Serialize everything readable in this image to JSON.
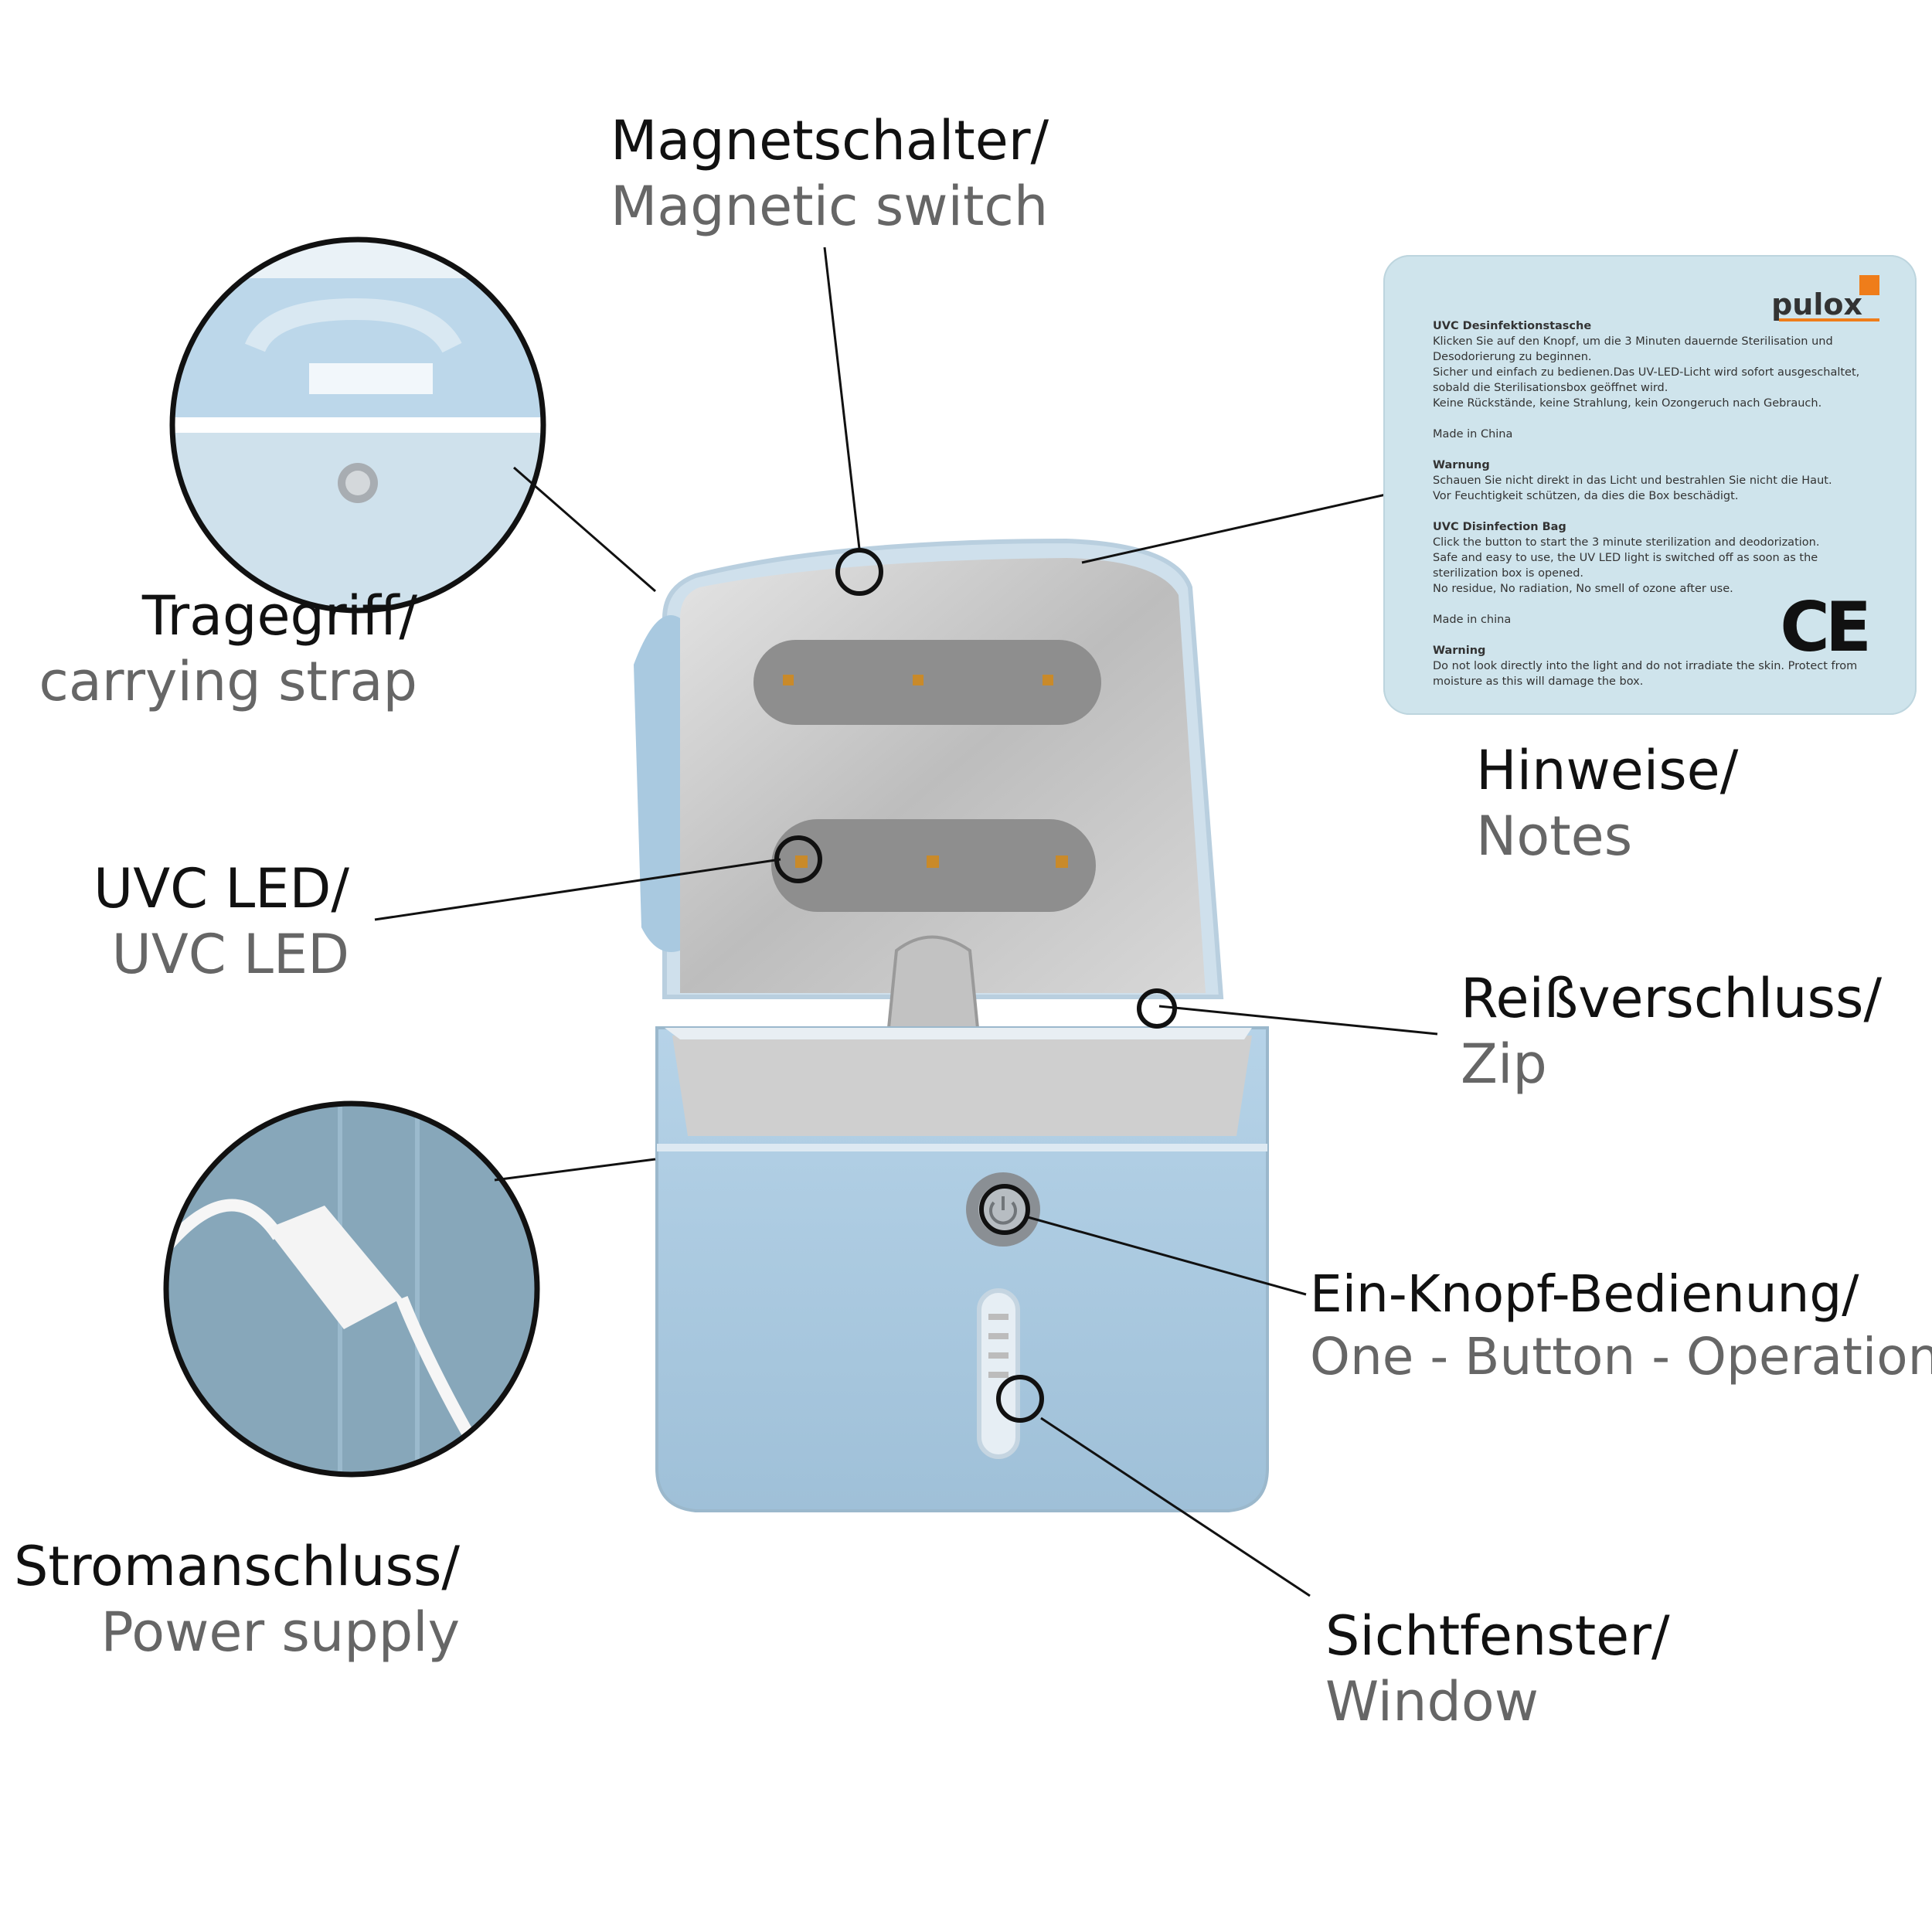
{
  "labels": {
    "magnetic_switch": {
      "de": "Magnetschalter/",
      "en": "Magnetic switch"
    },
    "carrying_strap": {
      "de": "Tragegriff/",
      "en": "carrying strap"
    },
    "uvc_led": {
      "de": "UVC LED/",
      "en": "UVC LED"
    },
    "power_supply": {
      "de": "Stromanschluss/",
      "en": "Power supply"
    },
    "notes": {
      "de": "Hinweise/",
      "en": "Notes"
    },
    "zip": {
      "de": "Reißverschluss/",
      "en": "Zip"
    },
    "one_button": {
      "de": "Ein-Knopf-Bedienung/",
      "en": "One - Button - Operation"
    },
    "window": {
      "de": "Sichtfenster/",
      "en": "Window"
    }
  },
  "notes_card": {
    "brand": "pulox",
    "de_title": "UVC Desinfektionstasche",
    "de_text": "Klicken Sie auf den Knopf, um die 3 Minuten dauernde Sterilisation und Desodorierung zu beginnen.\nSicher und einfach zu bedienen.Das UV-LED-Licht wird sofort ausgeschaltet, sobald die Sterilisationsbox geöffnet wird.\nKeine Rückstände, keine Strahlung, kein Ozongeruch nach Gebrauch.",
    "de_made": "Made in China",
    "de_warn_title": "Warnung",
    "de_warn": "Schauen Sie nicht direkt in das Licht und bestrahlen Sie nicht die Haut.\nVor Feuchtigkeit schützen, da dies die Box beschädigt.",
    "en_title": "UVC Disinfection Bag",
    "en_text": "Click the button to start the 3 minute sterilization and deodorization.\nSafe and easy to use, the UV LED light is switched off as soon as the sterilization box is opened.\nNo residue, No radiation, No smell of ozone after use.",
    "en_made": "Made in china",
    "en_warn_title": "Warning",
    "en_warn": "Do not look directly into the light and do not irradiate the skin. Protect from moisture as this will damage the box.",
    "ce_mark": "CE"
  },
  "colors": {
    "bag_blue": "#a9c9e0",
    "lining_silver": "#cfcfcf",
    "led_strip": "#8e8e8e",
    "led": "#c98a2a",
    "card_bg": "#cfe4ec",
    "brand_orange": "#ef7d1a"
  }
}
